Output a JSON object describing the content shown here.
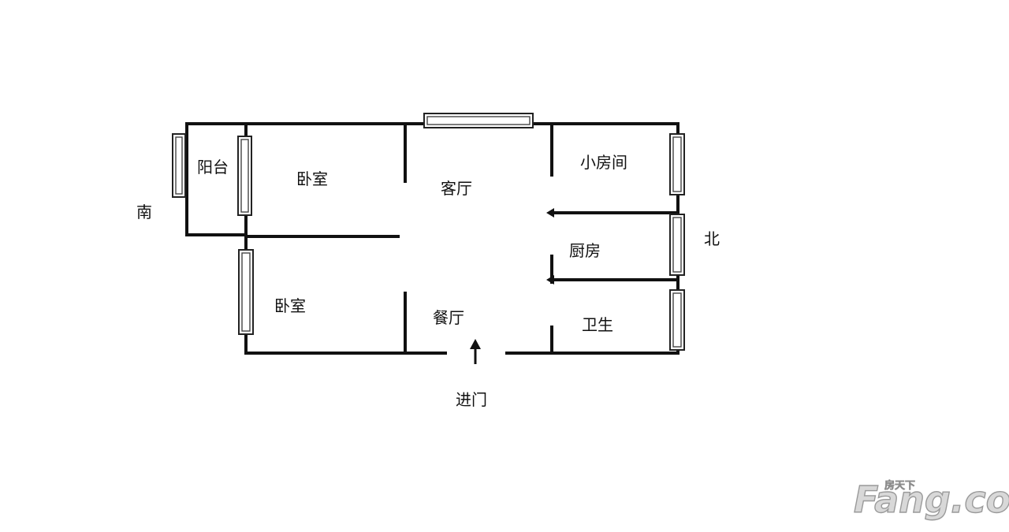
{
  "rooms": {
    "balcony": "阳台",
    "bedroom_top": "卧室",
    "living_room": "客厅",
    "small_room": "小房间",
    "kitchen": "厨房",
    "bedroom_bottom": "卧室",
    "dining_room": "餐厅",
    "bathroom": "卫生"
  },
  "directions": {
    "south": "南",
    "north": "北"
  },
  "entrance_label": "进门",
  "watermark": {
    "brand": "Fang.com",
    "chinese": "房天下"
  }
}
